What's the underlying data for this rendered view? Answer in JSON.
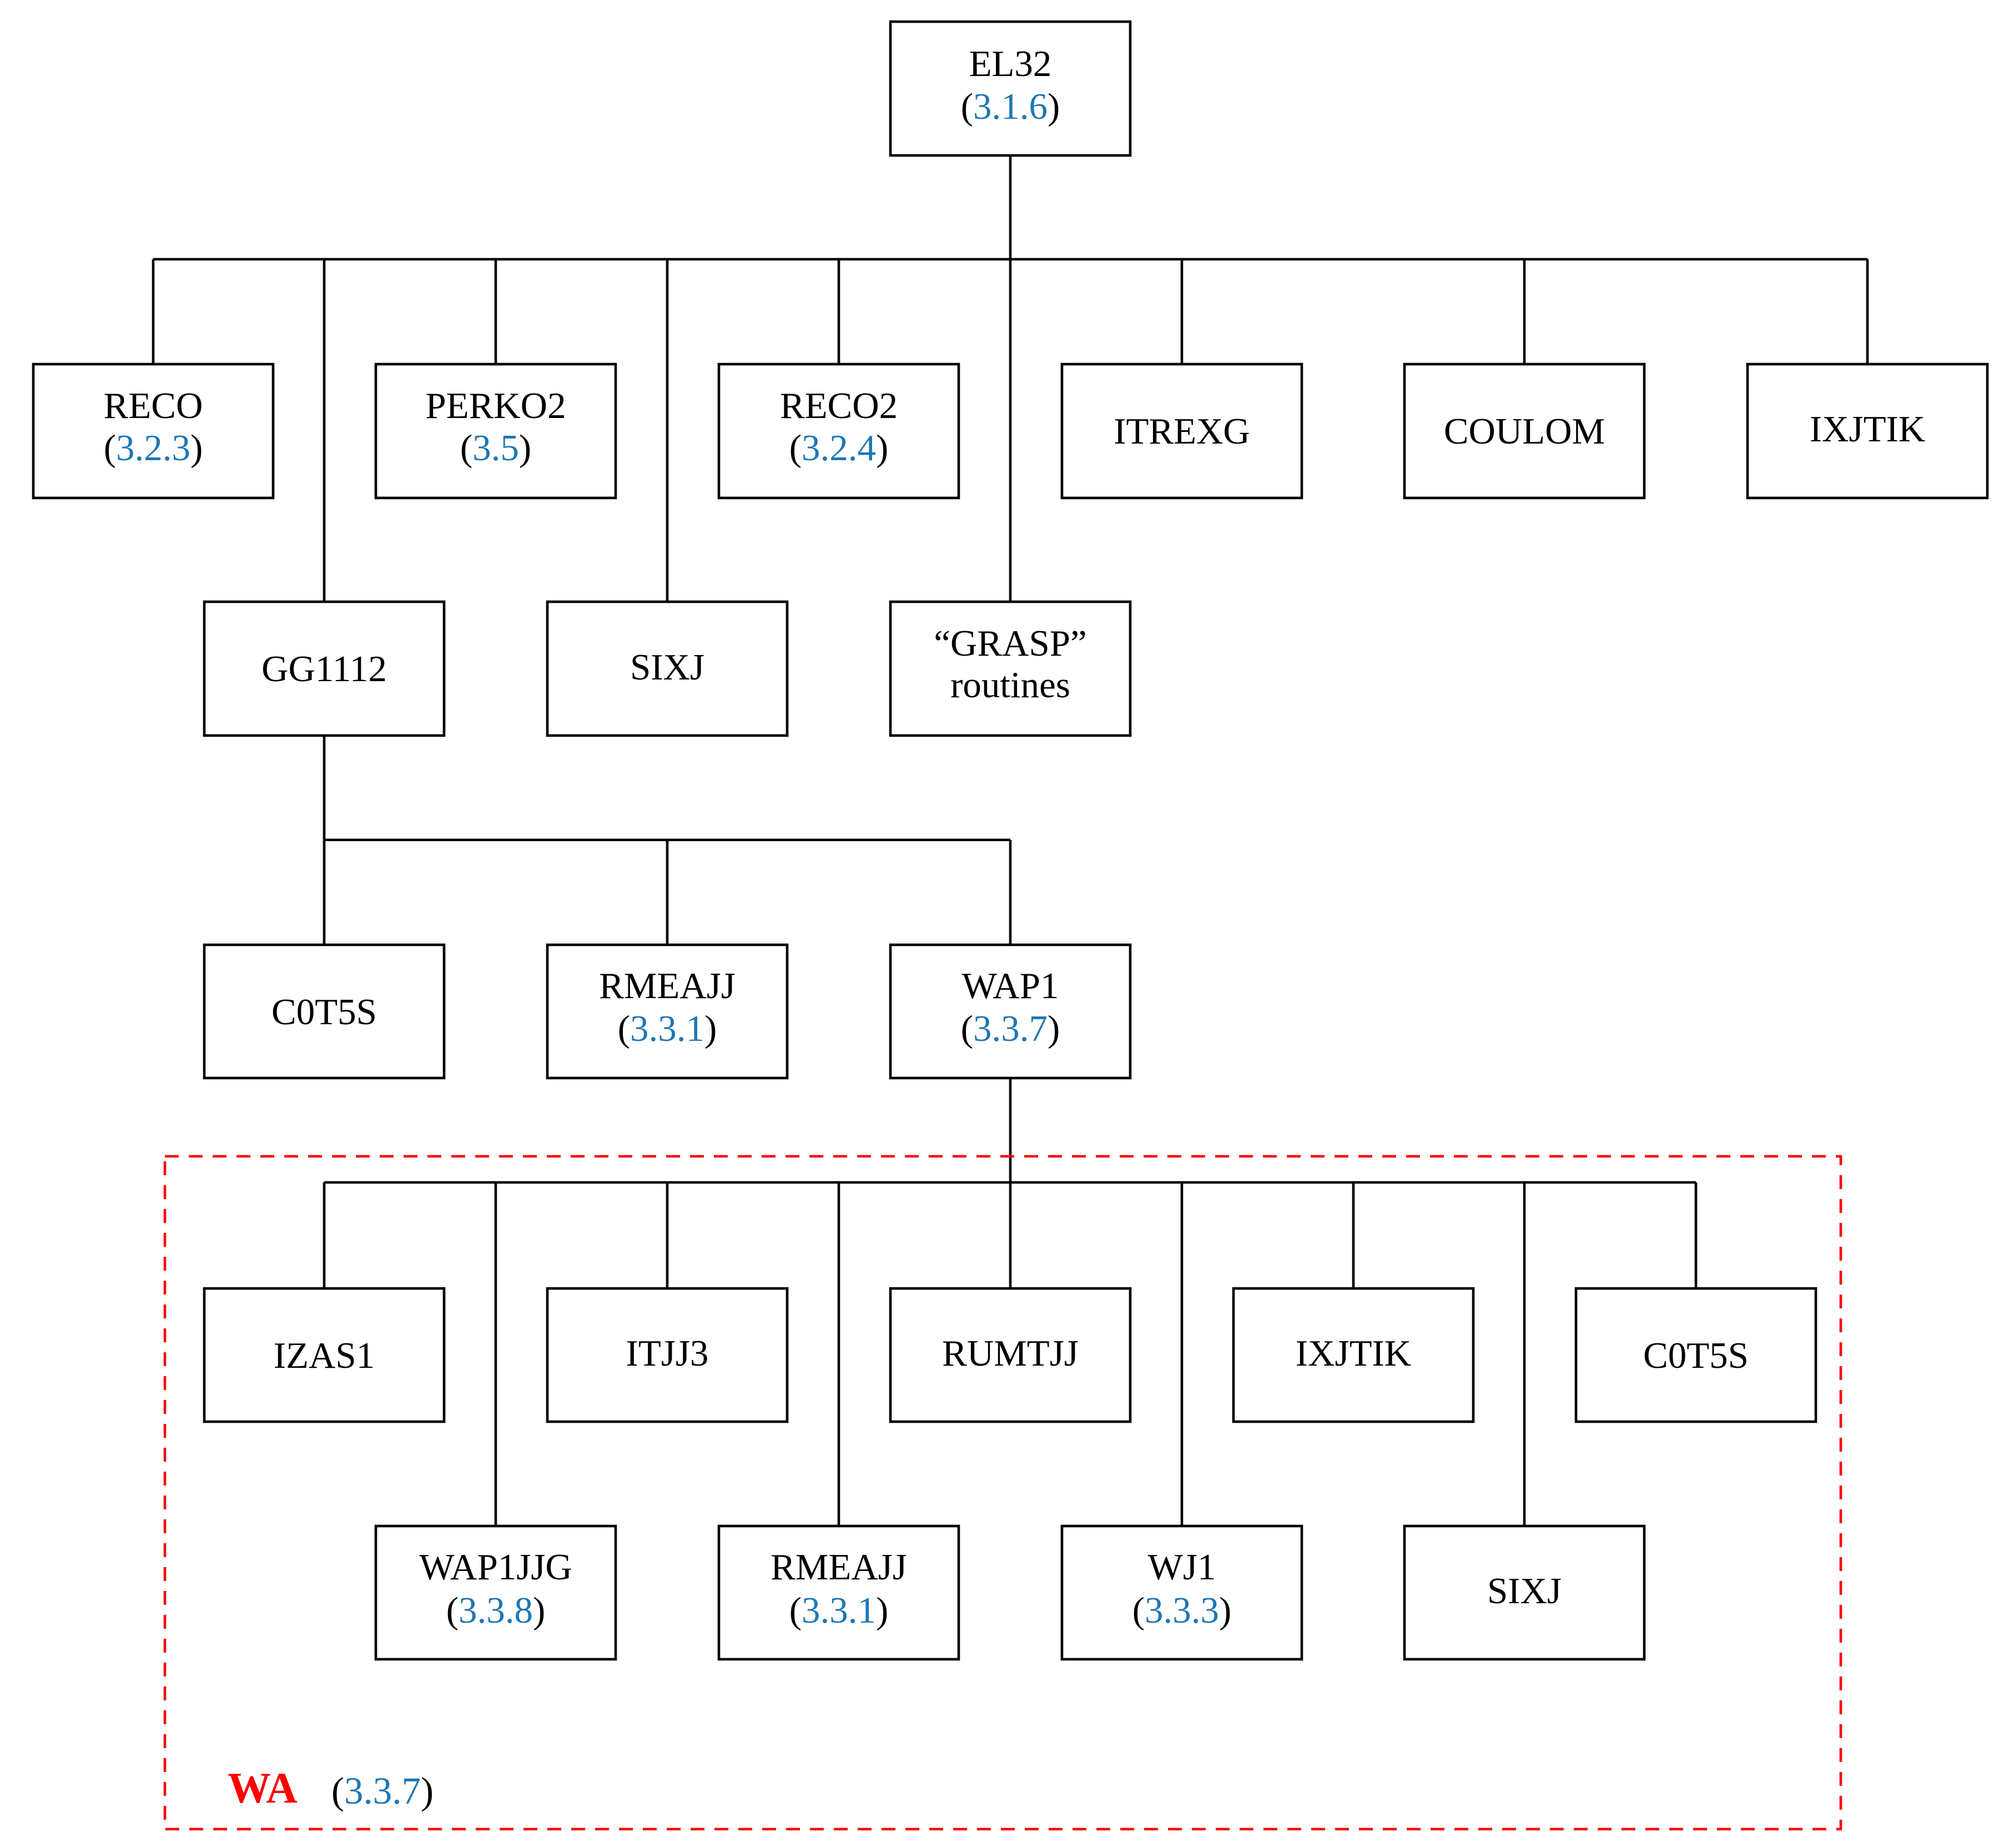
{
  "nodes": {
    "el32": {
      "name": "EL32",
      "ref": "3.1.6"
    },
    "reco": {
      "name": "RECO",
      "ref": "3.2.3"
    },
    "perko2": {
      "name": "PERKO2",
      "ref": "3.5"
    },
    "reco2": {
      "name": "RECO2",
      "ref": "3.2.4"
    },
    "itrexg": {
      "name": "ITREXG"
    },
    "coulom": {
      "name": "COULOM"
    },
    "ixjtik": {
      "name": "IXJTIK"
    },
    "gg1112": {
      "name": "GG1112"
    },
    "sixj": {
      "name": "SIXJ"
    },
    "grasp": {
      "line1": "“GRASP”",
      "line2": "routines"
    },
    "c0t5s": {
      "name": "C0T5S"
    },
    "rmeajj": {
      "name": "RMEAJJ",
      "ref": "3.3.1"
    },
    "wap1": {
      "name": "WAP1",
      "ref": "3.3.7"
    },
    "izas1": {
      "name": "IZAS1"
    },
    "itjj3": {
      "name": "ITJJ3"
    },
    "rumtjj": {
      "name": "RUMTJJ"
    },
    "ixjtik_2": {
      "name": "IXJTIK"
    },
    "c0t5s_2": {
      "name": "C0T5S"
    },
    "wap1jjg": {
      "name": "WAP1JJG",
      "ref": "3.3.8"
    },
    "rmeajj_2": {
      "name": "RMEAJJ",
      "ref": "3.3.1"
    },
    "wj1": {
      "name": "WJ1",
      "ref": "3.3.3"
    },
    "sixj_2": {
      "name": "SIXJ"
    }
  },
  "group": {
    "title": "WA",
    "ref": "3.3.7"
  },
  "colors": {
    "ref_link": "#1f77b4",
    "group_frame": "#ff0000",
    "lines": "#000000"
  }
}
